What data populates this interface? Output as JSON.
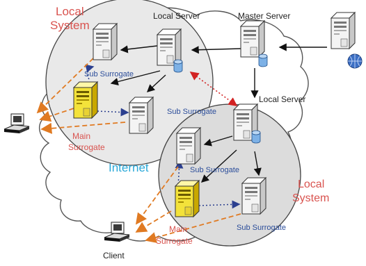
{
  "labels": {
    "local_system_top": [
      "Local",
      "System"
    ],
    "local_server_top": "Local Server",
    "master_server": "Master Server",
    "local_server_right": "Local Server",
    "sub_surrogate_1": "Sub Surrogate",
    "sub_surrogate_2": "Sub Surrogate",
    "sub_surrogate_3": "Sub Surrogate",
    "sub_surrogate_4": "Sub Surrogate",
    "main_surrogate_top": [
      "Main",
      "Surrogate"
    ],
    "main_surrogate_bottom": [
      "Main",
      "Surrogate"
    ],
    "internet": "Internet",
    "local_system_bottom": [
      "Local",
      "System"
    ],
    "client": "Client"
  },
  "colors": {
    "cloud_outline": "#555555",
    "local_system_fill": "#e9e9e9",
    "server_body": "#f2f2f2",
    "surrogate_main": "#f2e24a",
    "arrow_black": "#111111",
    "arrow_blue_dotted": "#2b3f8f",
    "arrow_orange_dashed": "#e07a22",
    "arrow_red_dotted": "#d22222",
    "label_red": "#d9534f",
    "label_blue": "#2b4d9a",
    "label_internet": "#2aa8d8"
  },
  "icons": {
    "server": "server-tower-icon",
    "database": "database-cylinder-icon",
    "globe": "globe-icon",
    "client": "desktop-computer-icon"
  }
}
